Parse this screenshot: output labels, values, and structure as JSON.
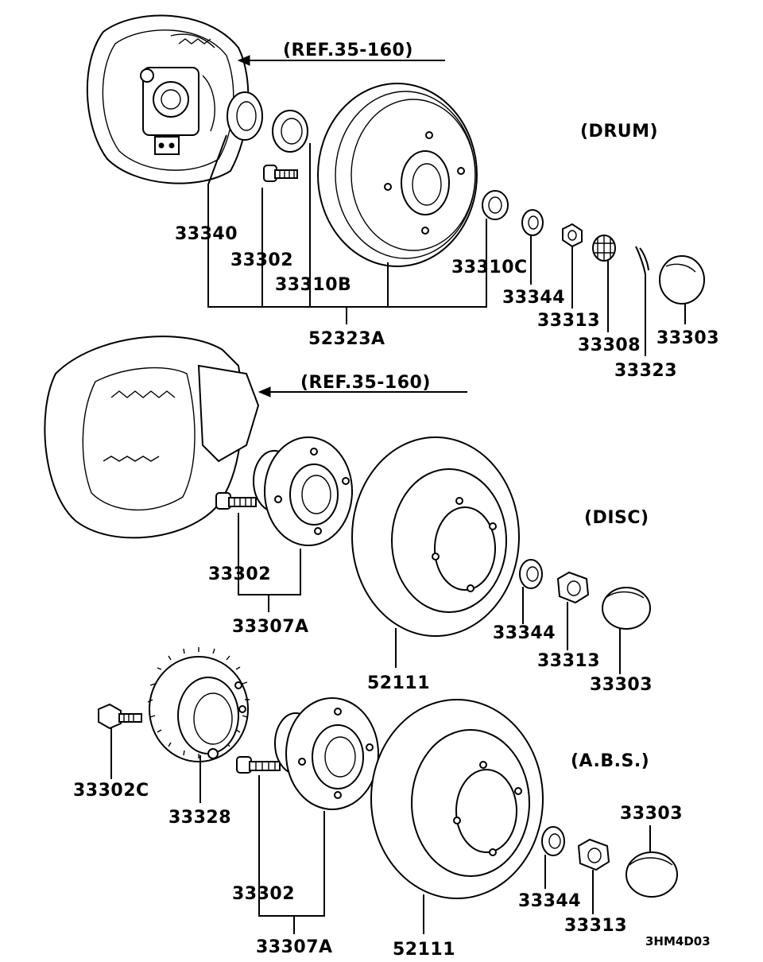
{
  "sections": {
    "drum": {
      "title": "(DRUM)",
      "reference": "(REF.35-160)",
      "labels": {
        "backing_plate_seal": "33340",
        "hub_bolt": "33302",
        "bearing": "33310B",
        "outer_bearing": "33310C",
        "assembly": "52323A",
        "washer": "33344",
        "nut": "33313",
        "lock_nut": "33308",
        "cotter_pin": "33323",
        "cap": "33303"
      }
    },
    "disc": {
      "title": "(DISC)",
      "reference": "(REF.35-160)",
      "labels": {
        "hub_bolt": "33302",
        "hub_assembly": "33307A",
        "rotor": "52111",
        "washer": "33344",
        "nut": "33313",
        "cap": "33303"
      }
    },
    "abs": {
      "title": "(A.B.S.)",
      "labels": {
        "rotor_bolt": "33302C",
        "sensor_rotor": "33328",
        "hub_bolt": "33302",
        "hub_assembly": "33307A",
        "rotor": "52111",
        "washer": "33344",
        "nut": "33313",
        "cap": "33303"
      }
    }
  },
  "diagram_code": "3HM4D03"
}
